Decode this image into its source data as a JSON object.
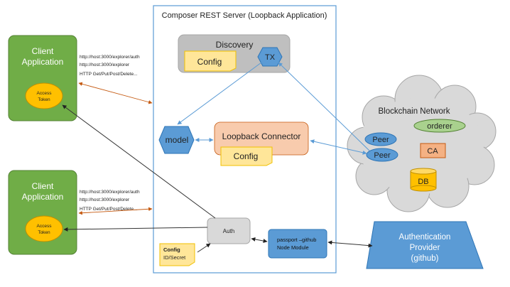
{
  "server": {
    "title": "Composer REST Server (Loopback Application)"
  },
  "discovery": {
    "label": "Discovery",
    "config_label": "Config",
    "tx_label": "TX"
  },
  "model": {
    "label": "model"
  },
  "connector": {
    "label": "Loopback Connector",
    "config_label": "Config"
  },
  "auth": {
    "label": "Auth",
    "config_title": "Config",
    "config_sub": "ID/Secret"
  },
  "passport": {
    "line1": "passport –github",
    "line2": "Node Module"
  },
  "client_top": {
    "line1": "Client",
    "line2": "Application",
    "token_line1": "Access",
    "token_line2": "Token",
    "urls": [
      "http://host:3000/explorer/auth",
      "http://host:3000/explorer",
      "HTTP Get/Put/Post/Delete..."
    ]
  },
  "client_bottom": {
    "line1": "Client",
    "line2": "Application",
    "token_line1": "Access",
    "token_line2": "Token",
    "urls": [
      "http://host:3000/explorer/auth",
      "http://host:3000/explorer",
      "HTTP Get/Put/Post/Delete..."
    ]
  },
  "blockchain": {
    "title": "Blockchain Network",
    "peer1": "Peer",
    "peer2": "Peer",
    "orderer": "orderer",
    "ca": "CA",
    "db": "DB"
  },
  "auth_provider": {
    "line1": "Authentication",
    "line2": "Provider",
    "line3": "(github)"
  },
  "colors": {
    "client_green": "#70ad47",
    "token_orange": "#ffc000",
    "server_border": "#5b9bd5",
    "discovery_gray": "#bfbfbf",
    "config_yellow": "#ffe699",
    "node_blue": "#5b9bd5",
    "connector_salmon": "#f8cbad",
    "cloud_gray": "#d9d9d9",
    "orderer_green": "#a9d18e",
    "ca_salmon": "#f4b183",
    "arrow_orange": "#c55a11"
  }
}
